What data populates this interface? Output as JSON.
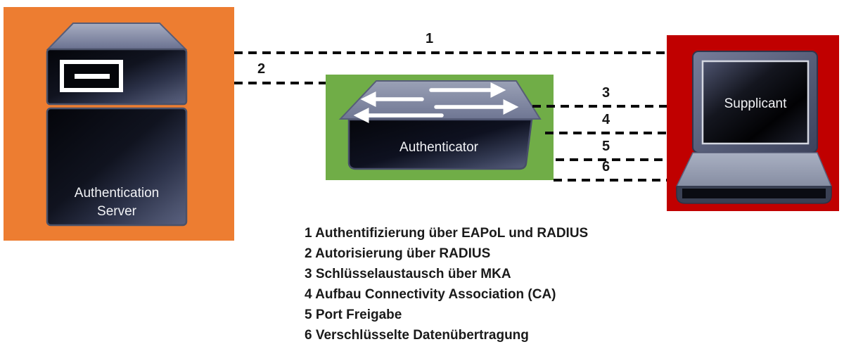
{
  "diagram": {
    "nodes": {
      "authentication_server": {
        "label_line1": "Authentication",
        "label_line2": "Server",
        "panel_color": "#ED7D31"
      },
      "authenticator": {
        "label": "Authenticator",
        "panel_color": "#70AD47"
      },
      "supplicant": {
        "label": "Supplicant",
        "panel_color": "#C00000"
      }
    },
    "link_numbers": [
      "1",
      "2",
      "3",
      "4",
      "5",
      "6"
    ],
    "legend_items": [
      "1 Authentifizierung über EAPoL und RADIUS",
      "2 Autorisierung über RADIUS",
      "3 Schlüsselaustausch über MKA",
      "4 Aufbau Connectivity Association (CA)",
      "5 Port Freigabe",
      "6 Verschlüsselte Datenübertragung"
    ],
    "line_color": "#000000"
  }
}
